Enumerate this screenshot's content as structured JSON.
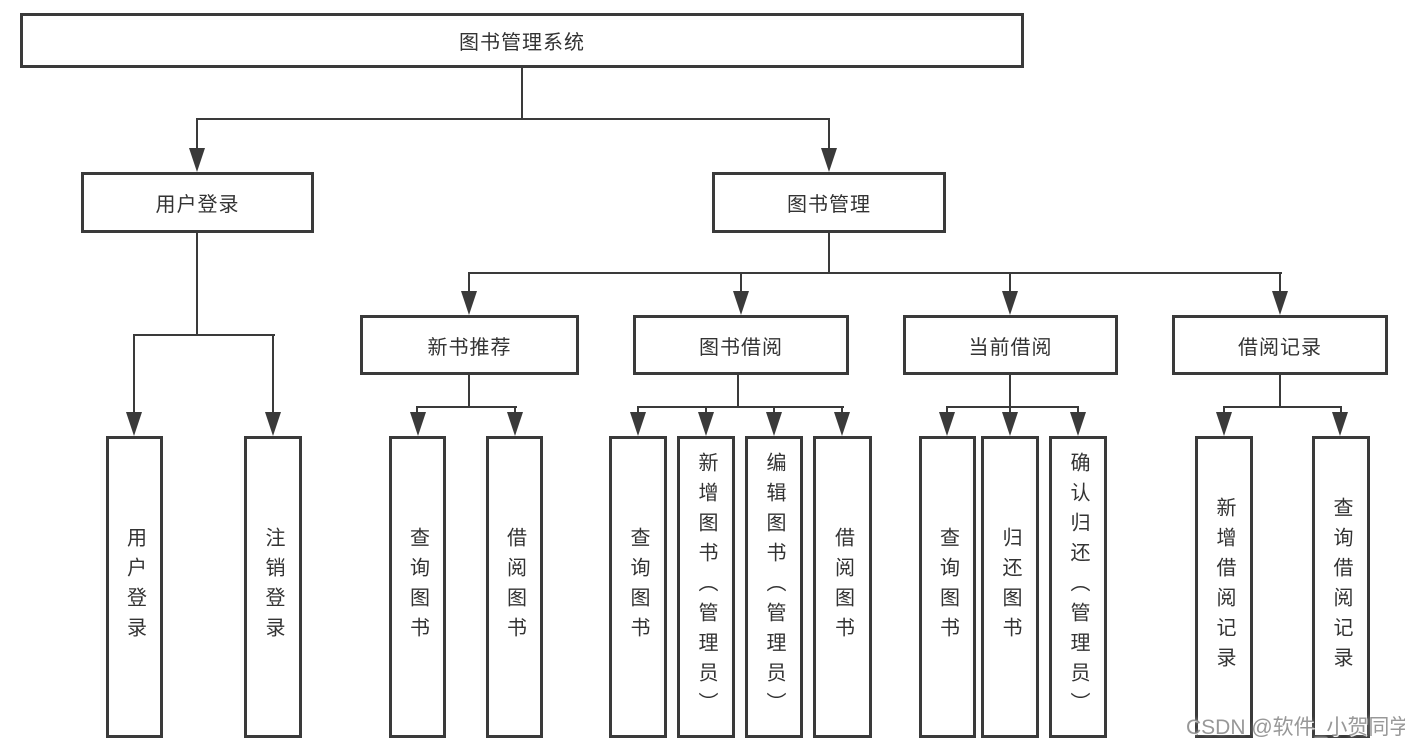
{
  "diagram": {
    "title_node": "图书管理系统",
    "root": {
      "label": "图书管理系统"
    },
    "branches": [
      {
        "label": "用户登录",
        "children": [
          {
            "label": "用户登录"
          },
          {
            "label": "注销登录"
          }
        ]
      },
      {
        "label": "图书管理",
        "children": [
          {
            "label": "新书推荐",
            "children": [
              {
                "label": "查询图书"
              },
              {
                "label": "借阅图书"
              }
            ]
          },
          {
            "label": "图书借阅",
            "children": [
              {
                "label": "查询图书"
              },
              {
                "label": "新增图书（管理员）"
              },
              {
                "label": "编辑图书（管理员）"
              },
              {
                "label": "借阅图书"
              }
            ]
          },
          {
            "label": "当前借阅",
            "children": [
              {
                "label": "查询图书"
              },
              {
                "label": "归还图书"
              },
              {
                "label": "确认归还（管理员）"
              }
            ]
          },
          {
            "label": "借阅记录",
            "children": [
              {
                "label": "新增借阅记录"
              },
              {
                "label": "查询借阅记录"
              }
            ]
          }
        ]
      }
    ]
  },
  "watermark": {
    "text": "CSDN @软件_小贺同学"
  },
  "colors": {
    "line": "#3a3a3a",
    "text": "#333333",
    "background": "#ffffff",
    "watermark": "#868686"
  }
}
